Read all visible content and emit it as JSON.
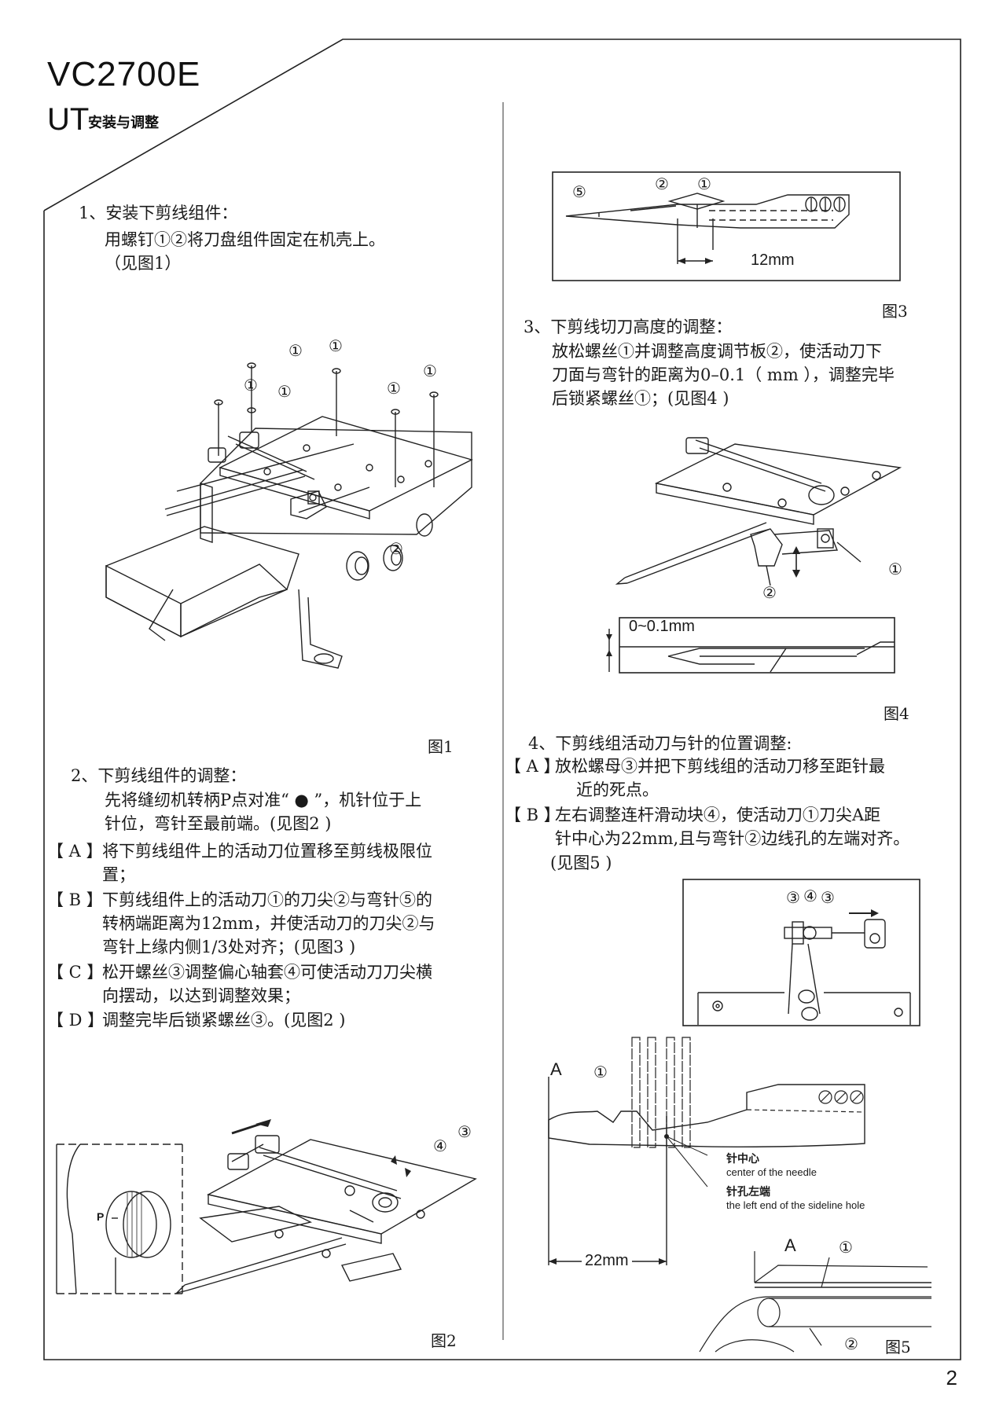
{
  "header": {
    "model": "VC2700E",
    "ut_mark": "UT",
    "subtitle": "安装与调整"
  },
  "left": {
    "s1": {
      "title": "1、安装下剪线组件：",
      "lines": [
        "用螺钉①②将刀盘组件固定在机壳上。",
        "（见图1）"
      ]
    },
    "fig1_caption": "图1",
    "s2": {
      "title": "2、下剪线组件的调整：",
      "lines": [
        "先将缝纫机转柄P点对准“ ● ”，机针位于上",
        "针位，弯针至最前端。(见图2 )"
      ],
      "items": [
        {
          "tag": "【 A 】",
          "lines": [
            "将下剪线组件上的活动刀位置移至剪线极限位",
            "置；"
          ]
        },
        {
          "tag": "【 B 】",
          "lines": [
            "下剪线组件上的活动刀①的刀尖②与弯针⑤的",
            "转柄端距离为12mm，并使活动刀的刀尖②与",
            "弯针上缘内侧1/3处对齐；(见图3 )"
          ]
        },
        {
          "tag": "【 C 】",
          "lines": [
            "松开螺丝③调整偏心轴套④可使活动刀刀尖横",
            "向摆动，以达到调整效果；"
          ]
        },
        {
          "tag": "【 D 】",
          "lines": [
            "调整完毕后锁紧螺丝③。(见图2 )"
          ]
        }
      ]
    },
    "fig2_caption": "图2"
  },
  "right": {
    "fig3_caption": "图3",
    "fig3_dim": "12mm",
    "s3": {
      "title": "3、下剪线切刀高度的调整：",
      "lines": [
        "放松螺丝①并调整高度调节板②，使活动刀下",
        "刀面与弯针的距离为0–0.1（ mm ），调整完毕",
        "后锁紧螺丝①；(见图4 )"
      ]
    },
    "fig4_dim": "0~0.1mm",
    "fig4_caption": "图4",
    "s4": {
      "title": "4、下剪线组活动刀与针的位置调整:",
      "items": [
        {
          "tag": "【 A 】",
          "lines": [
            "放松螺母③并把下剪线组的活动刀移至距针最",
            "近的死点。"
          ]
        },
        {
          "tag": "【 B 】",
          "lines": [
            "左右调整连杆滑动块④，使活动刀①刀尖A距",
            "针中心为22mm,且与弯针②边线孔的左端对齐。"
          ]
        }
      ],
      "after": "(见图5 )"
    },
    "fig5": {
      "label_A": "A",
      "needle_center_cn": "针中心",
      "needle_center_en": "center of the needle",
      "hole_left_cn": "针孔左端",
      "hole_left_en": "the left end of the sideline hole",
      "dim": "22mm",
      "caption": "图5"
    }
  },
  "marks": {
    "c1": "①",
    "c2": "②",
    "c3": "③",
    "c4": "④",
    "c5": "⑤",
    "P": "P"
  },
  "page_number": "2"
}
